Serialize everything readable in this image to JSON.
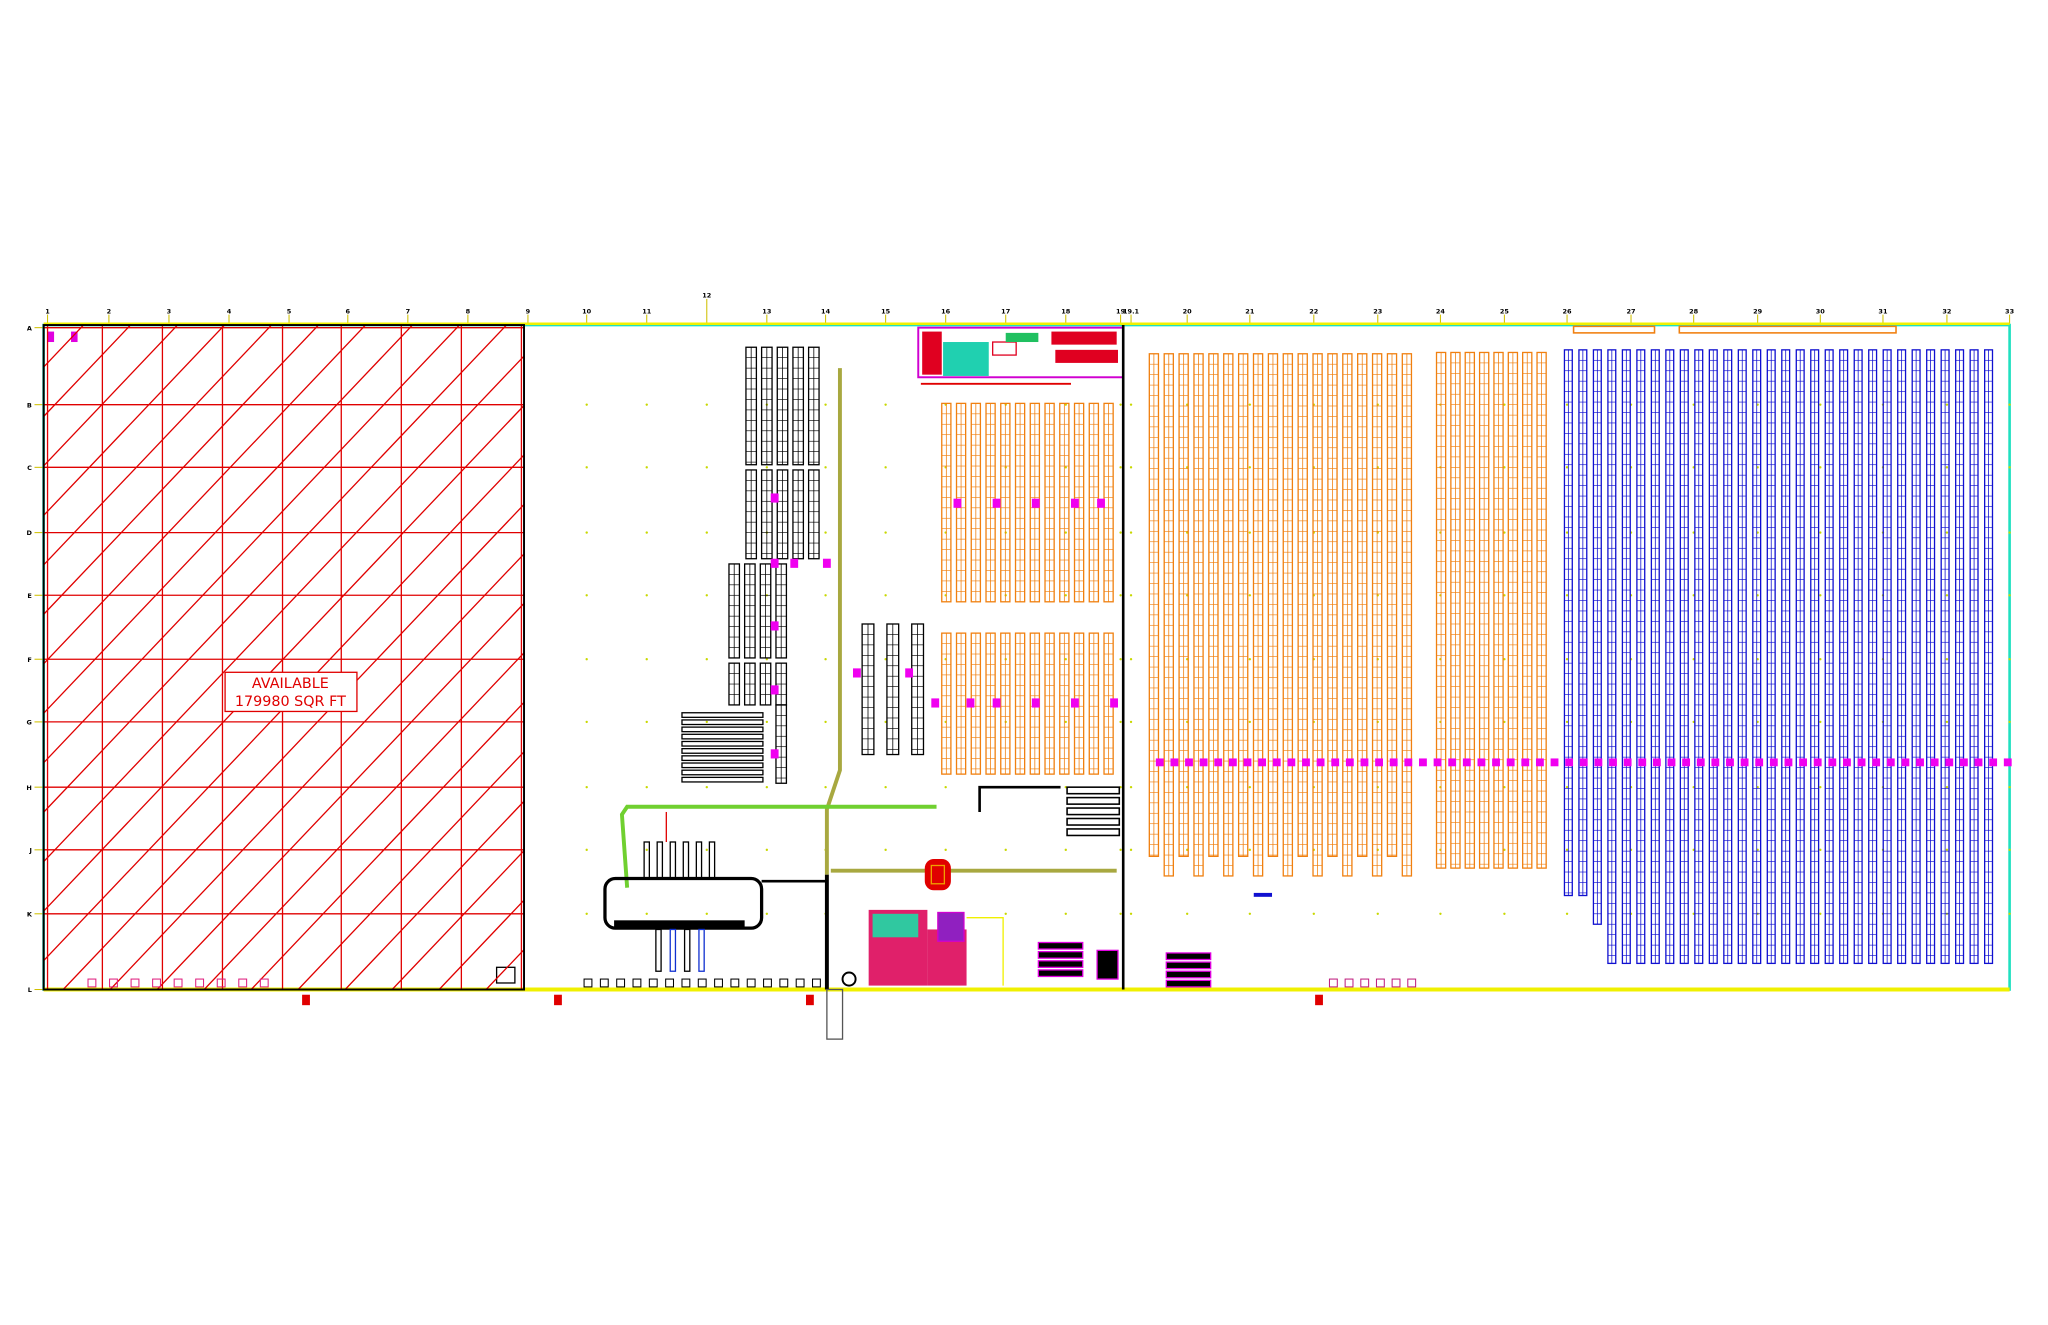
{
  "drawing": {
    "available_area": {
      "title": "AVAILABLE",
      "area": "179980 SQR FT"
    },
    "grid_columns": [
      "1",
      "2",
      "3",
      "4",
      "5",
      "6",
      "7",
      "8",
      "9",
      "10",
      "11",
      "12",
      "13",
      "14",
      "15",
      "16",
      "17",
      "18",
      "19",
      "19.1",
      "20",
      "21",
      "22",
      "23",
      "24",
      "25",
      "26",
      "27",
      "28",
      "29",
      "30",
      "31",
      "32",
      "33"
    ],
    "grid_rows": [
      "A",
      "B",
      "C",
      "D",
      "E",
      "F",
      "G",
      "H",
      "J",
      "K",
      "L"
    ],
    "colors": {
      "available_hatch": "#e00000",
      "wall": "#000000",
      "perimeter": "#f0f000",
      "perimeter_inner": "#20e0c0",
      "rack_orange": "#f08010",
      "rack_blue": "#1010d0",
      "marker_magenta": "#f000f0",
      "conveyor": "#a8a840",
      "conveyor_green": "#70d030"
    }
  }
}
